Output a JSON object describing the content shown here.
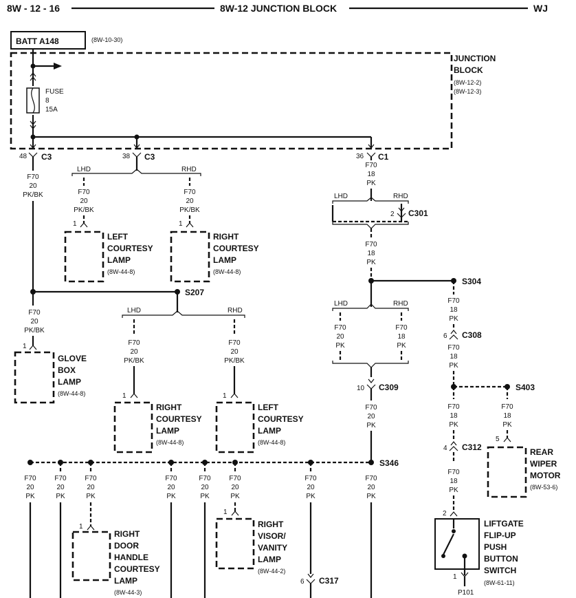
{
  "header": {
    "left": "8W - 12 - 16",
    "center": "8W-12 JUNCTION BLOCK",
    "right": "WJ"
  },
  "batt": {
    "label": "BATT A148",
    "ref": "(8W-10-30)"
  },
  "junction": {
    "l1": "JUNCTION",
    "l2": "BLOCK",
    "r1": "(8W-12-2)",
    "r2": "(8W-12-3)"
  },
  "fuse": {
    "l1": "FUSE",
    "l2": "8",
    "l3": "15A"
  },
  "conn": {
    "c3a": {
      "pin": "48",
      "name": "C3"
    },
    "c3b": {
      "pin": "38",
      "name": "C3"
    },
    "c1": {
      "pin": "36",
      "name": "C1"
    },
    "c301": {
      "pin": "2",
      "name": "C301"
    },
    "c308": {
      "pin": "6",
      "name": "C308"
    },
    "c309": {
      "pin": "10",
      "name": "C309"
    },
    "c312": {
      "pin": "4",
      "name": "C312"
    },
    "c317": {
      "pin": "6",
      "name": "C317"
    }
  },
  "splices": {
    "s207": "S207",
    "s304": "S304",
    "s403": "S403",
    "s346": "S346"
  },
  "wire": {
    "circuit": "F70",
    "g20": "20",
    "g18": "18",
    "pkbk": "PK/BK",
    "pk": "PK"
  },
  "opt": {
    "lhd": "LHD",
    "rhd": "RHD"
  },
  "pins": {
    "one": "1",
    "two": "2",
    "five": "5"
  },
  "comp": {
    "lcl": {
      "l1": "LEFT",
      "l2": "COURTESY",
      "l3": "LAMP",
      "ref": "(8W-44-8)"
    },
    "rcl": {
      "l1": "RIGHT",
      "l2": "COURTESY",
      "l3": "LAMP",
      "ref": "(8W-44-8)"
    },
    "glove": {
      "l1": "GLOVE",
      "l2": "BOX",
      "l3": "LAMP",
      "ref": "(8W-44-8)"
    },
    "rcl2": {
      "l1": "RIGHT",
      "l2": "COURTESY",
      "l3": "LAMP",
      "ref": "(8W-44-8)"
    },
    "lcl2": {
      "l1": "LEFT",
      "l2": "COURTESY",
      "l3": "LAMP",
      "ref": "(8W-44-8)"
    },
    "rwm": {
      "l1": "REAR",
      "l2": "WIPER",
      "l3": "MOTOR",
      "ref": "(8W-53-6)"
    },
    "rdh": {
      "l1": "RIGHT",
      "l2": "DOOR",
      "l3": "HANDLE",
      "l4": "COURTESY",
      "l5": "LAMP",
      "ref": "(8W-44-3)"
    },
    "rvv": {
      "l1": "RIGHT",
      "l2": "VISOR/",
      "l3": "VANITY",
      "l4": "LAMP",
      "ref": "(8W-44-2)"
    },
    "lfs": {
      "l1": "LIFTGATE",
      "l2": "FLIP-UP",
      "l3": "PUSH",
      "l4": "BUTTON",
      "l5": "SWITCH",
      "ref": "(8W-61-11)"
    }
  },
  "ground": {
    "p101": "P101"
  }
}
